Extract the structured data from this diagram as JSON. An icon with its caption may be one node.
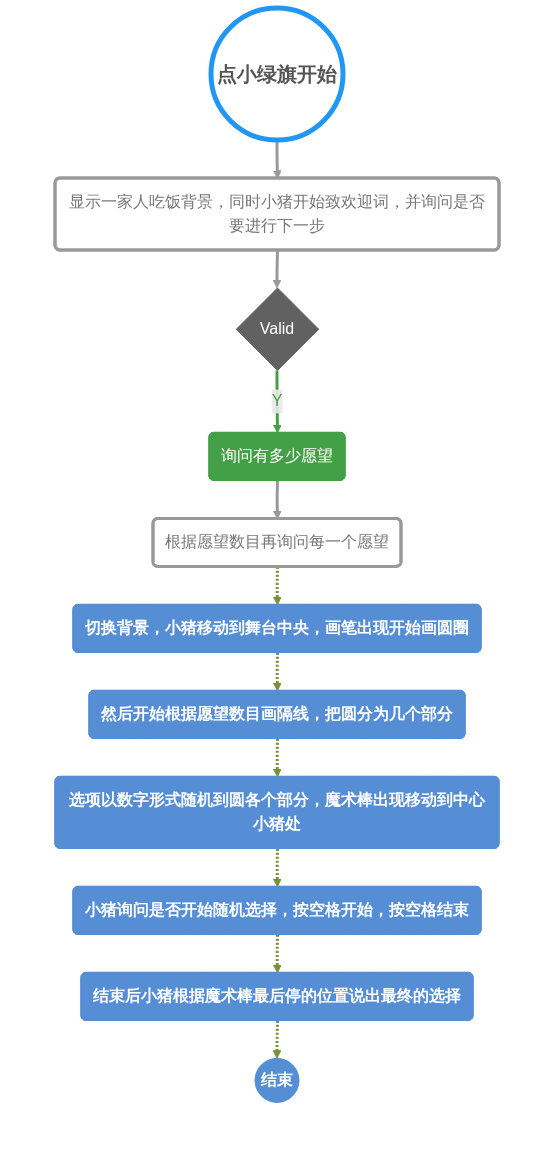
{
  "diagram": {
    "nodes": [
      {
        "text": [
          "点小绿旗开始"
        ]
      },
      {
        "text": [
          "显示一家人吃饭背景，同时小猪开始致欢迎词，并询问是否要进行下一步"
        ]
      },
      {
        "text": [
          "Valid"
        ]
      },
      {
        "text": [
          "询问有多少愿望"
        ]
      },
      {
        "text": [
          "根据愿望数目再询问每一个愿望"
        ]
      },
      {
        "text": [
          "切换背景，小猪移动到舞台中央，画笔出现开始画圆圈"
        ]
      },
      {
        "text": [
          "然后开始根据愿望数目画隔线，把圆分为几个部分"
        ]
      },
      {
        "text": [
          "选项以数字形式随机到圆各个部分，魔术棒出现移动到中心小猪处"
        ]
      },
      {
        "text": [
          "小猪询问是否开始随机选择，按空格开始，按空格结束"
        ]
      },
      {
        "text": [
          "结束后小猪根据魔术棒最后停的位置说出最终的选择"
        ]
      },
      {
        "text": [
          "结束"
        ]
      }
    ],
    "edges": [
      {
        "from": 0,
        "to": 1,
        "arrow": "to",
        "color": "#999999"
      },
      {
        "from": 1,
        "to": 2,
        "arrow": "to",
        "color": "#999999"
      },
      {
        "from": 2,
        "to": 3,
        "arrow": "to",
        "label": "Y",
        "color": "#43a047"
      },
      {
        "from": 3,
        "to": 4,
        "arrow": "to",
        "color": "#999999"
      },
      {
        "from": 4,
        "to": 5,
        "arrow": "to",
        "style": "dashed"
      },
      {
        "from": 5,
        "to": 6,
        "arrow": "to",
        "style": "dashed"
      },
      {
        "from": 6,
        "to": 7,
        "arrow": "to",
        "style": "dashed"
      },
      {
        "from": 7,
        "to": 8,
        "arrow": "to",
        "style": "dashed"
      },
      {
        "from": 8,
        "to": 9,
        "arrow": "to",
        "style": "dashed"
      },
      {
        "from": 9,
        "to": 10,
        "arrow": "to",
        "style": "dashed"
      }
    ]
  }
}
